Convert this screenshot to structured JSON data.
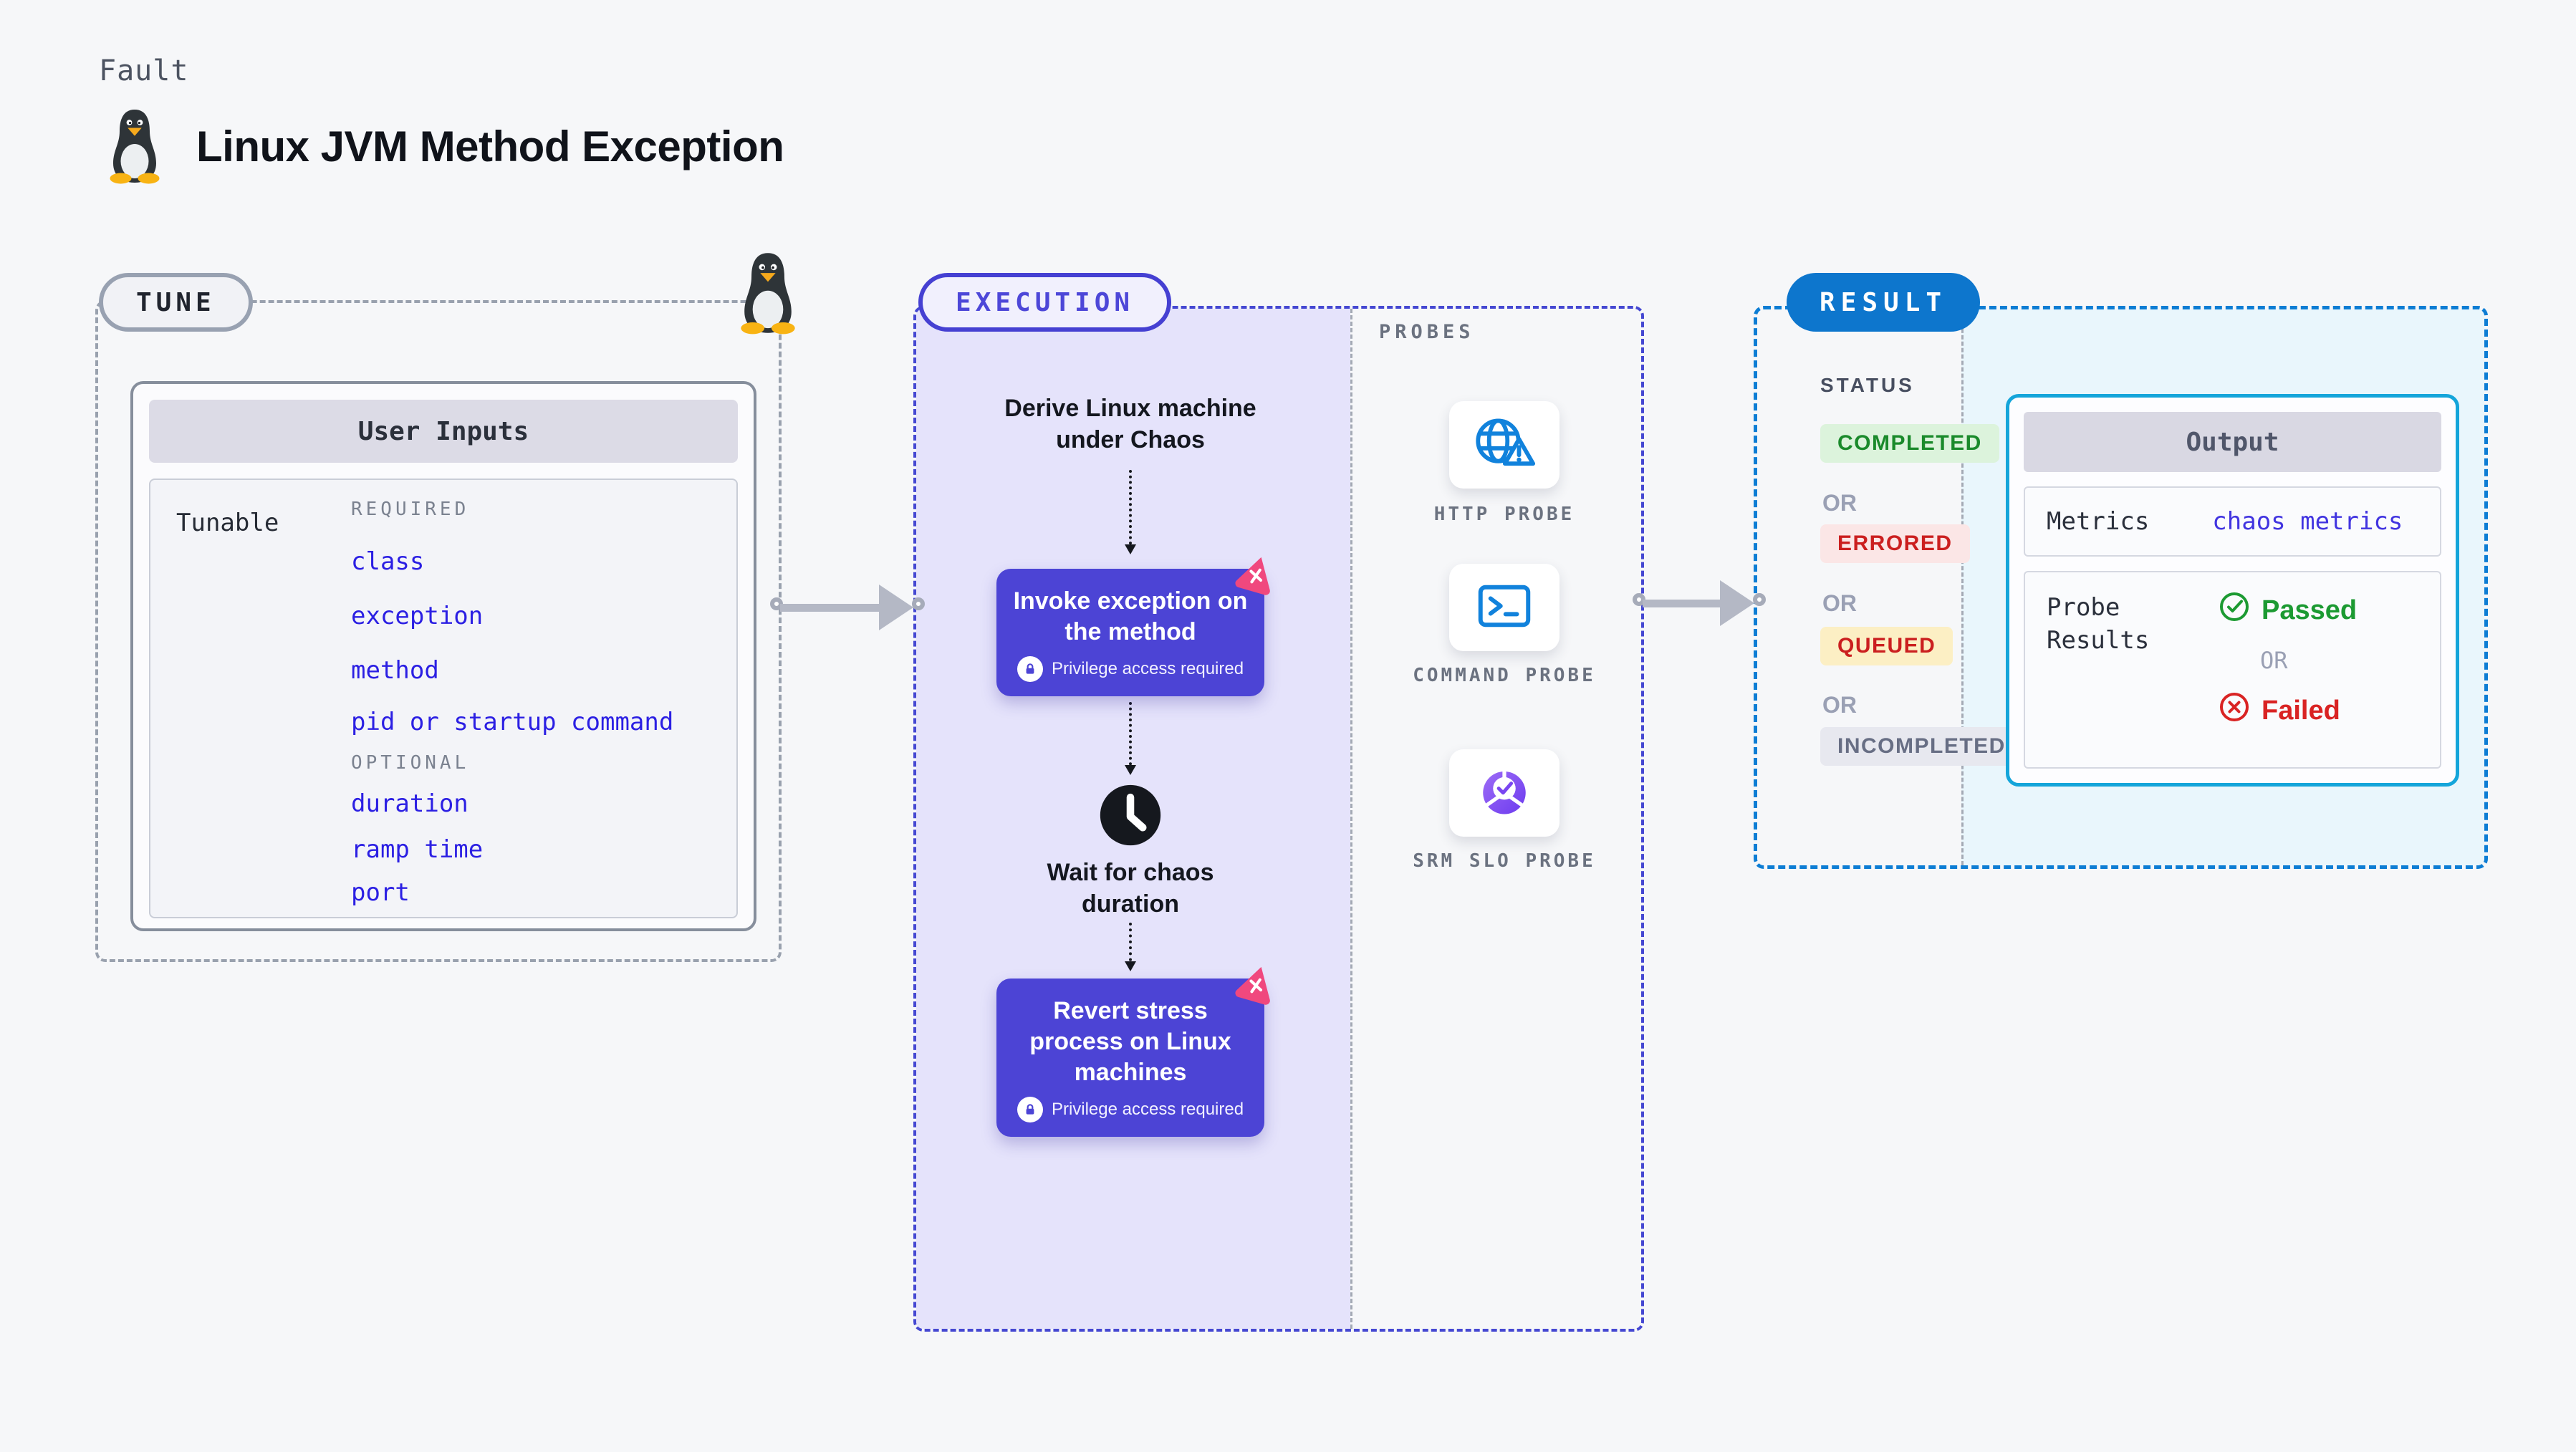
{
  "header": {
    "kicker": "Fault",
    "title": "Linux JVM Method Exception",
    "title_icon": "tux-penguin-icon"
  },
  "tune": {
    "badge": "TUNE",
    "table_title": "User Inputs",
    "row_label": "Tunable",
    "required_label": "REQUIRED",
    "required_items": [
      "class",
      "exception",
      "method",
      "pid or startup command"
    ],
    "optional_label": "OPTIONAL",
    "optional_items": [
      "duration",
      "ramp time",
      "port"
    ]
  },
  "execution": {
    "badge": "EXECUTION",
    "step_derive": "Derive Linux machine under Chaos",
    "step_invoke": "Invoke exception on the method",
    "step_wait": "Wait for chaos duration",
    "step_revert": "Revert stress process on Linux machines",
    "privilege_note": "Privilege access required"
  },
  "probes": {
    "label": "PROBES",
    "items": [
      {
        "label": "HTTP PROBE",
        "icon": "globe-warning-icon"
      },
      {
        "label": "COMMAND PROBE",
        "icon": "terminal-icon"
      },
      {
        "label": "SRM SLO PROBE",
        "icon": "slo-gauge-icon"
      }
    ]
  },
  "result": {
    "badge": "RESULT",
    "status_label": "STATUS",
    "or_label": "OR",
    "statuses": [
      {
        "label": "COMPLETED",
        "color": "green"
      },
      {
        "label": "ERRORED",
        "color": "red"
      },
      {
        "label": "QUEUED",
        "color": "yellow"
      },
      {
        "label": "INCOMPLETED",
        "color": "gray"
      }
    ],
    "output": {
      "title": "Output",
      "metrics_label": "Metrics",
      "metrics_value": "chaos metrics",
      "probe_results_label": "Probe Results",
      "passed_label": "Passed",
      "or_label": "OR",
      "failed_label": "Failed"
    }
  },
  "colors": {
    "accent_indigo": "#4c44d5",
    "accent_blue": "#0d76cd",
    "accent_cyan": "#14a5da",
    "accent_pink": "#f0487e",
    "link_blue": "#2b1fe3",
    "status_green": "#1a8a2b",
    "status_red": "#cb1f1f",
    "passed_green": "#1c9a32",
    "failed_red": "#d92323",
    "lavender_bg": "#e5e3fb",
    "cyan_bg": "#e9f6fc"
  }
}
